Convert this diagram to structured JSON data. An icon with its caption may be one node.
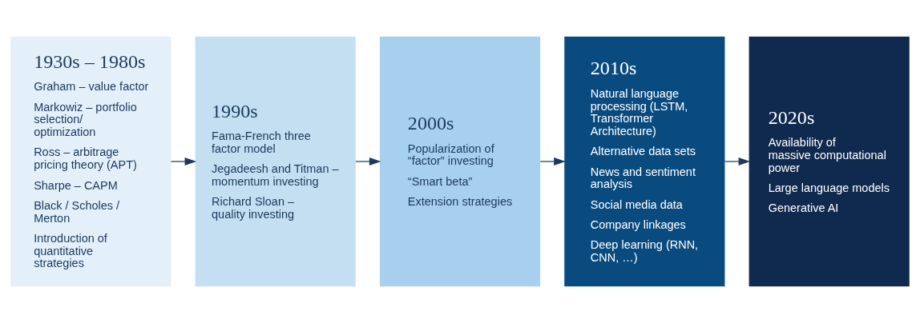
{
  "diagram": {
    "nodes": [
      {
        "text": [
          "1930s – 1980s",
          "Graham – value factor",
          "Markowiz – portfolio selection/ optimization",
          "Ross – arbitrage pricing theory (APT)",
          "Sharpe – CAPM",
          "Black / Scholes / Merton",
          "Introduction of quantitative strategies"
        ]
      },
      {
        "text": [
          "1990s",
          "Fama-French three factor model",
          "Jegadeesh and Titman – momentum investing",
          "Richard Sloan – quality investing"
        ]
      },
      {
        "text": [
          "2000s",
          "Popularization of “factor” investing",
          "“Smart beta”",
          "Extension strategies"
        ]
      },
      {
        "text": [
          "2010s",
          "Natural language processing (LSTM, Transformer Architecture)",
          "Alternative data sets",
          "News and sentiment analysis",
          "Social media data",
          "Company linkages",
          "Deep learning (RNN, CNN, …)"
        ]
      },
      {
        "text": [
          "2020s",
          "Availability of massive computational power",
          "Large language models",
          "Generative AI"
        ]
      }
    ],
    "edges": [
      {
        "from": 0,
        "to": 1,
        "arrow": "to"
      },
      {
        "from": 1,
        "to": 2,
        "arrow": "to"
      },
      {
        "from": 2,
        "to": 3,
        "arrow": "to"
      },
      {
        "from": 3,
        "to": 4,
        "arrow": "to"
      }
    ]
  }
}
